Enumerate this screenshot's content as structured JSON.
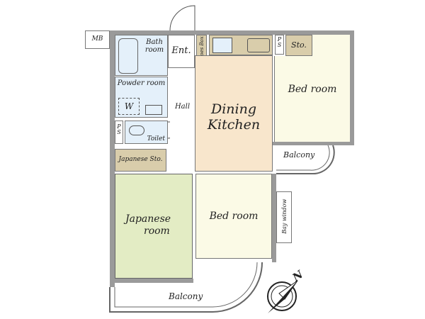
{
  "rooms": {
    "mb": "MB",
    "bath": "Bath room",
    "entrance": "Ent.",
    "shoes_box": "Shoes Box",
    "ps_top": "P S",
    "storage": "Sto.",
    "bedroom_1": "Bed room",
    "powder": "Powder room",
    "washer": "W",
    "hall": "Hall",
    "dining_kitchen_1": "Dining",
    "dining_kitchen_2": "Kitchen",
    "ps_left": "P S",
    "toilet": "Toilet",
    "japanese_storage": "Japanese Sto.",
    "balcony_right": "Balcony",
    "japanese_room_1": "Japanese",
    "japanese_room_2": "room",
    "bedroom_2": "Bed room",
    "bay_window": "Bay window",
    "balcony_bottom": "Balcony",
    "north": "N"
  },
  "colors": {
    "kitchen": "#f8e6cc",
    "bedroom": "#fbfae6",
    "wet": "#e4f0fa",
    "tatami": "#e3ecc4",
    "storage": "#d9cdab",
    "wall": "#9a9a9a"
  }
}
